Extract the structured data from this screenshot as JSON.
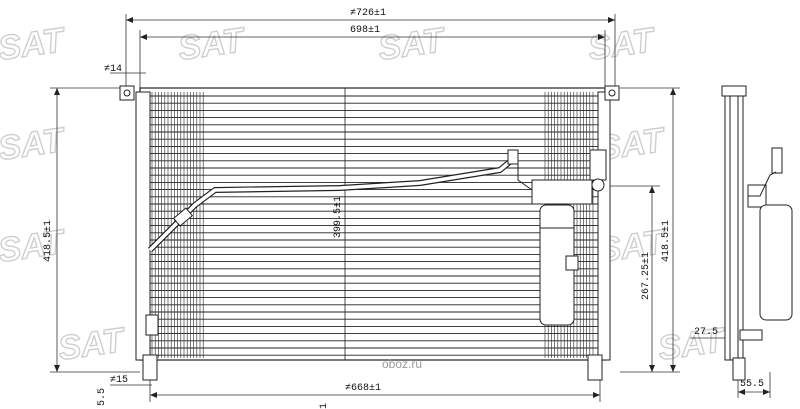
{
  "diagram": {
    "dimensions": {
      "overall_width": "≠726±1",
      "core_width": "698±1",
      "bottom_width": "≠668±1",
      "left_height": "418.5±1",
      "right_height": "418.5±1",
      "core_height": "399.5±1",
      "receiver_height": "267.25±1",
      "top_left_offset": "≠14",
      "bottom_left_offset": "≠15",
      "side_view_offset": "27.5",
      "side_view_depth": "55.5",
      "bottom_edge_left": "5.5",
      "bottom_edge_mid": "1"
    },
    "watermark": {
      "brand": "SAT",
      "site": "oboz.ru"
    }
  }
}
